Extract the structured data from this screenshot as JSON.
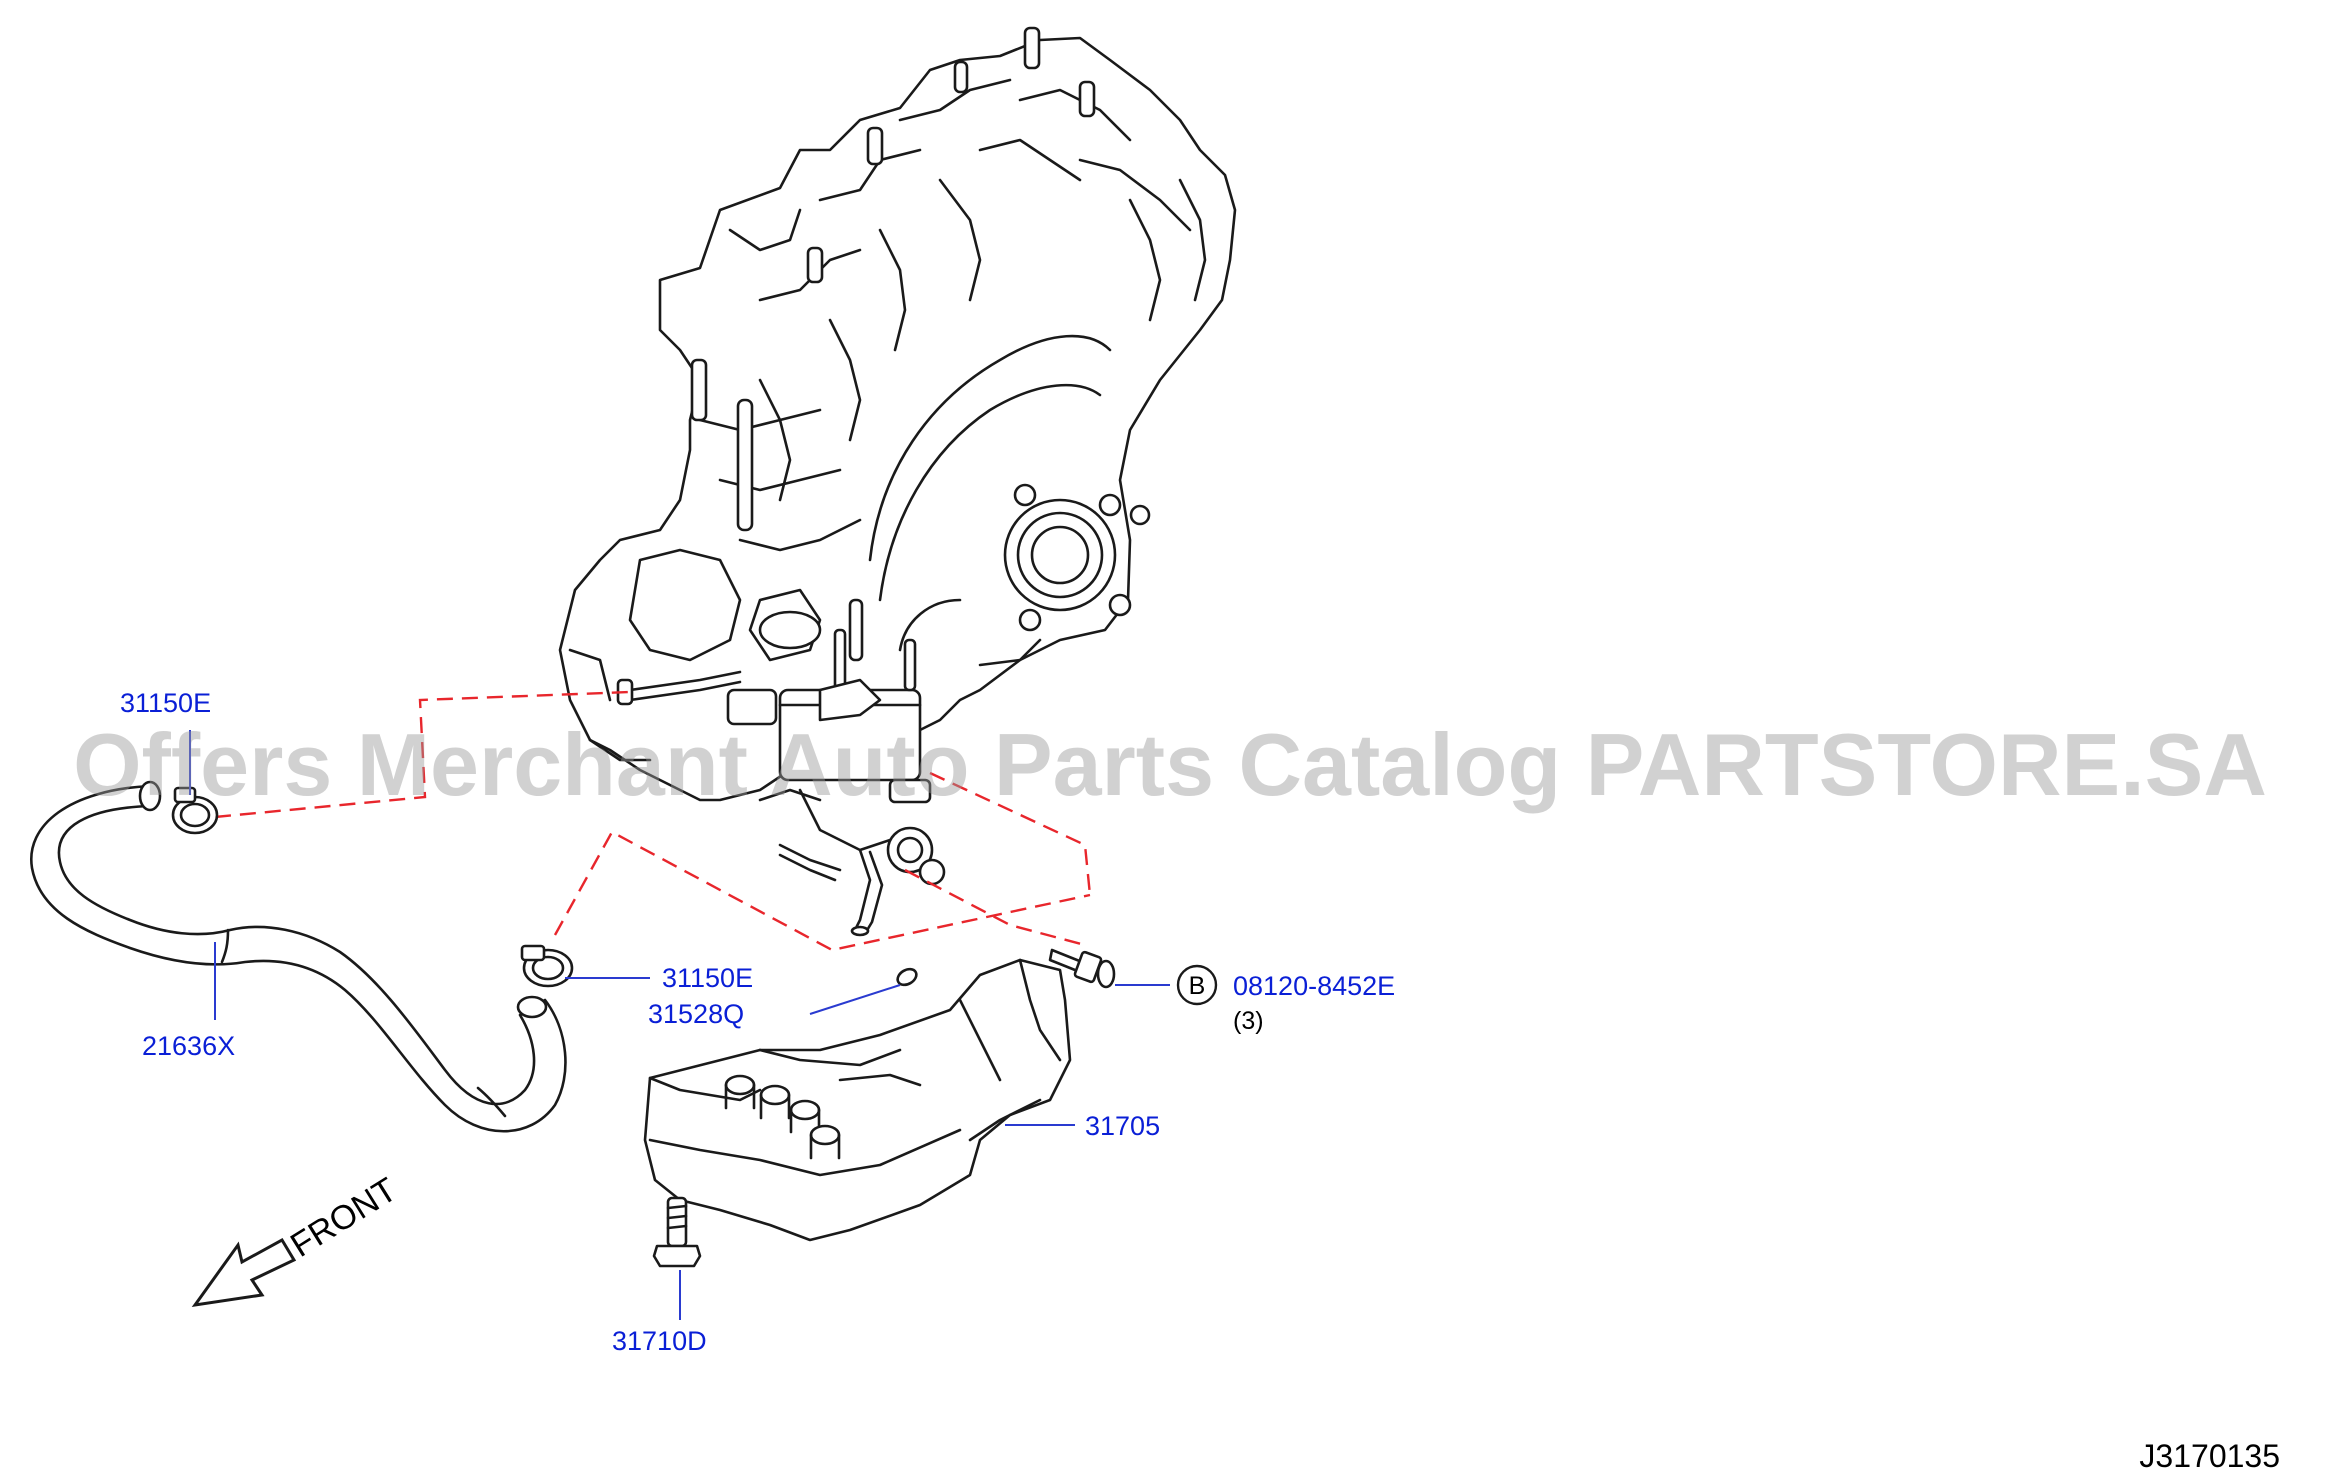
{
  "watermark": "Offers Merchant Auto Parts Catalog PARTSTORE.SA",
  "callouts": {
    "clamp_upper": "31150E",
    "clamp_lower": "31150E",
    "hose": "21636X",
    "o_ring": "31528Q",
    "bolt_b": "08120-8452E",
    "bolt_b_qty": "(3)",
    "bolt_b_symbol": "B",
    "strainer": "31705",
    "bolt_lower": "31710D"
  },
  "direction": {
    "label": "FRONT"
  },
  "reference_code": "J3170135",
  "colors": {
    "callout": "#0a1fd6",
    "dashed_line": "#e8262c",
    "drawing": "#1a1a1a",
    "watermark": "#9a9a9a"
  }
}
